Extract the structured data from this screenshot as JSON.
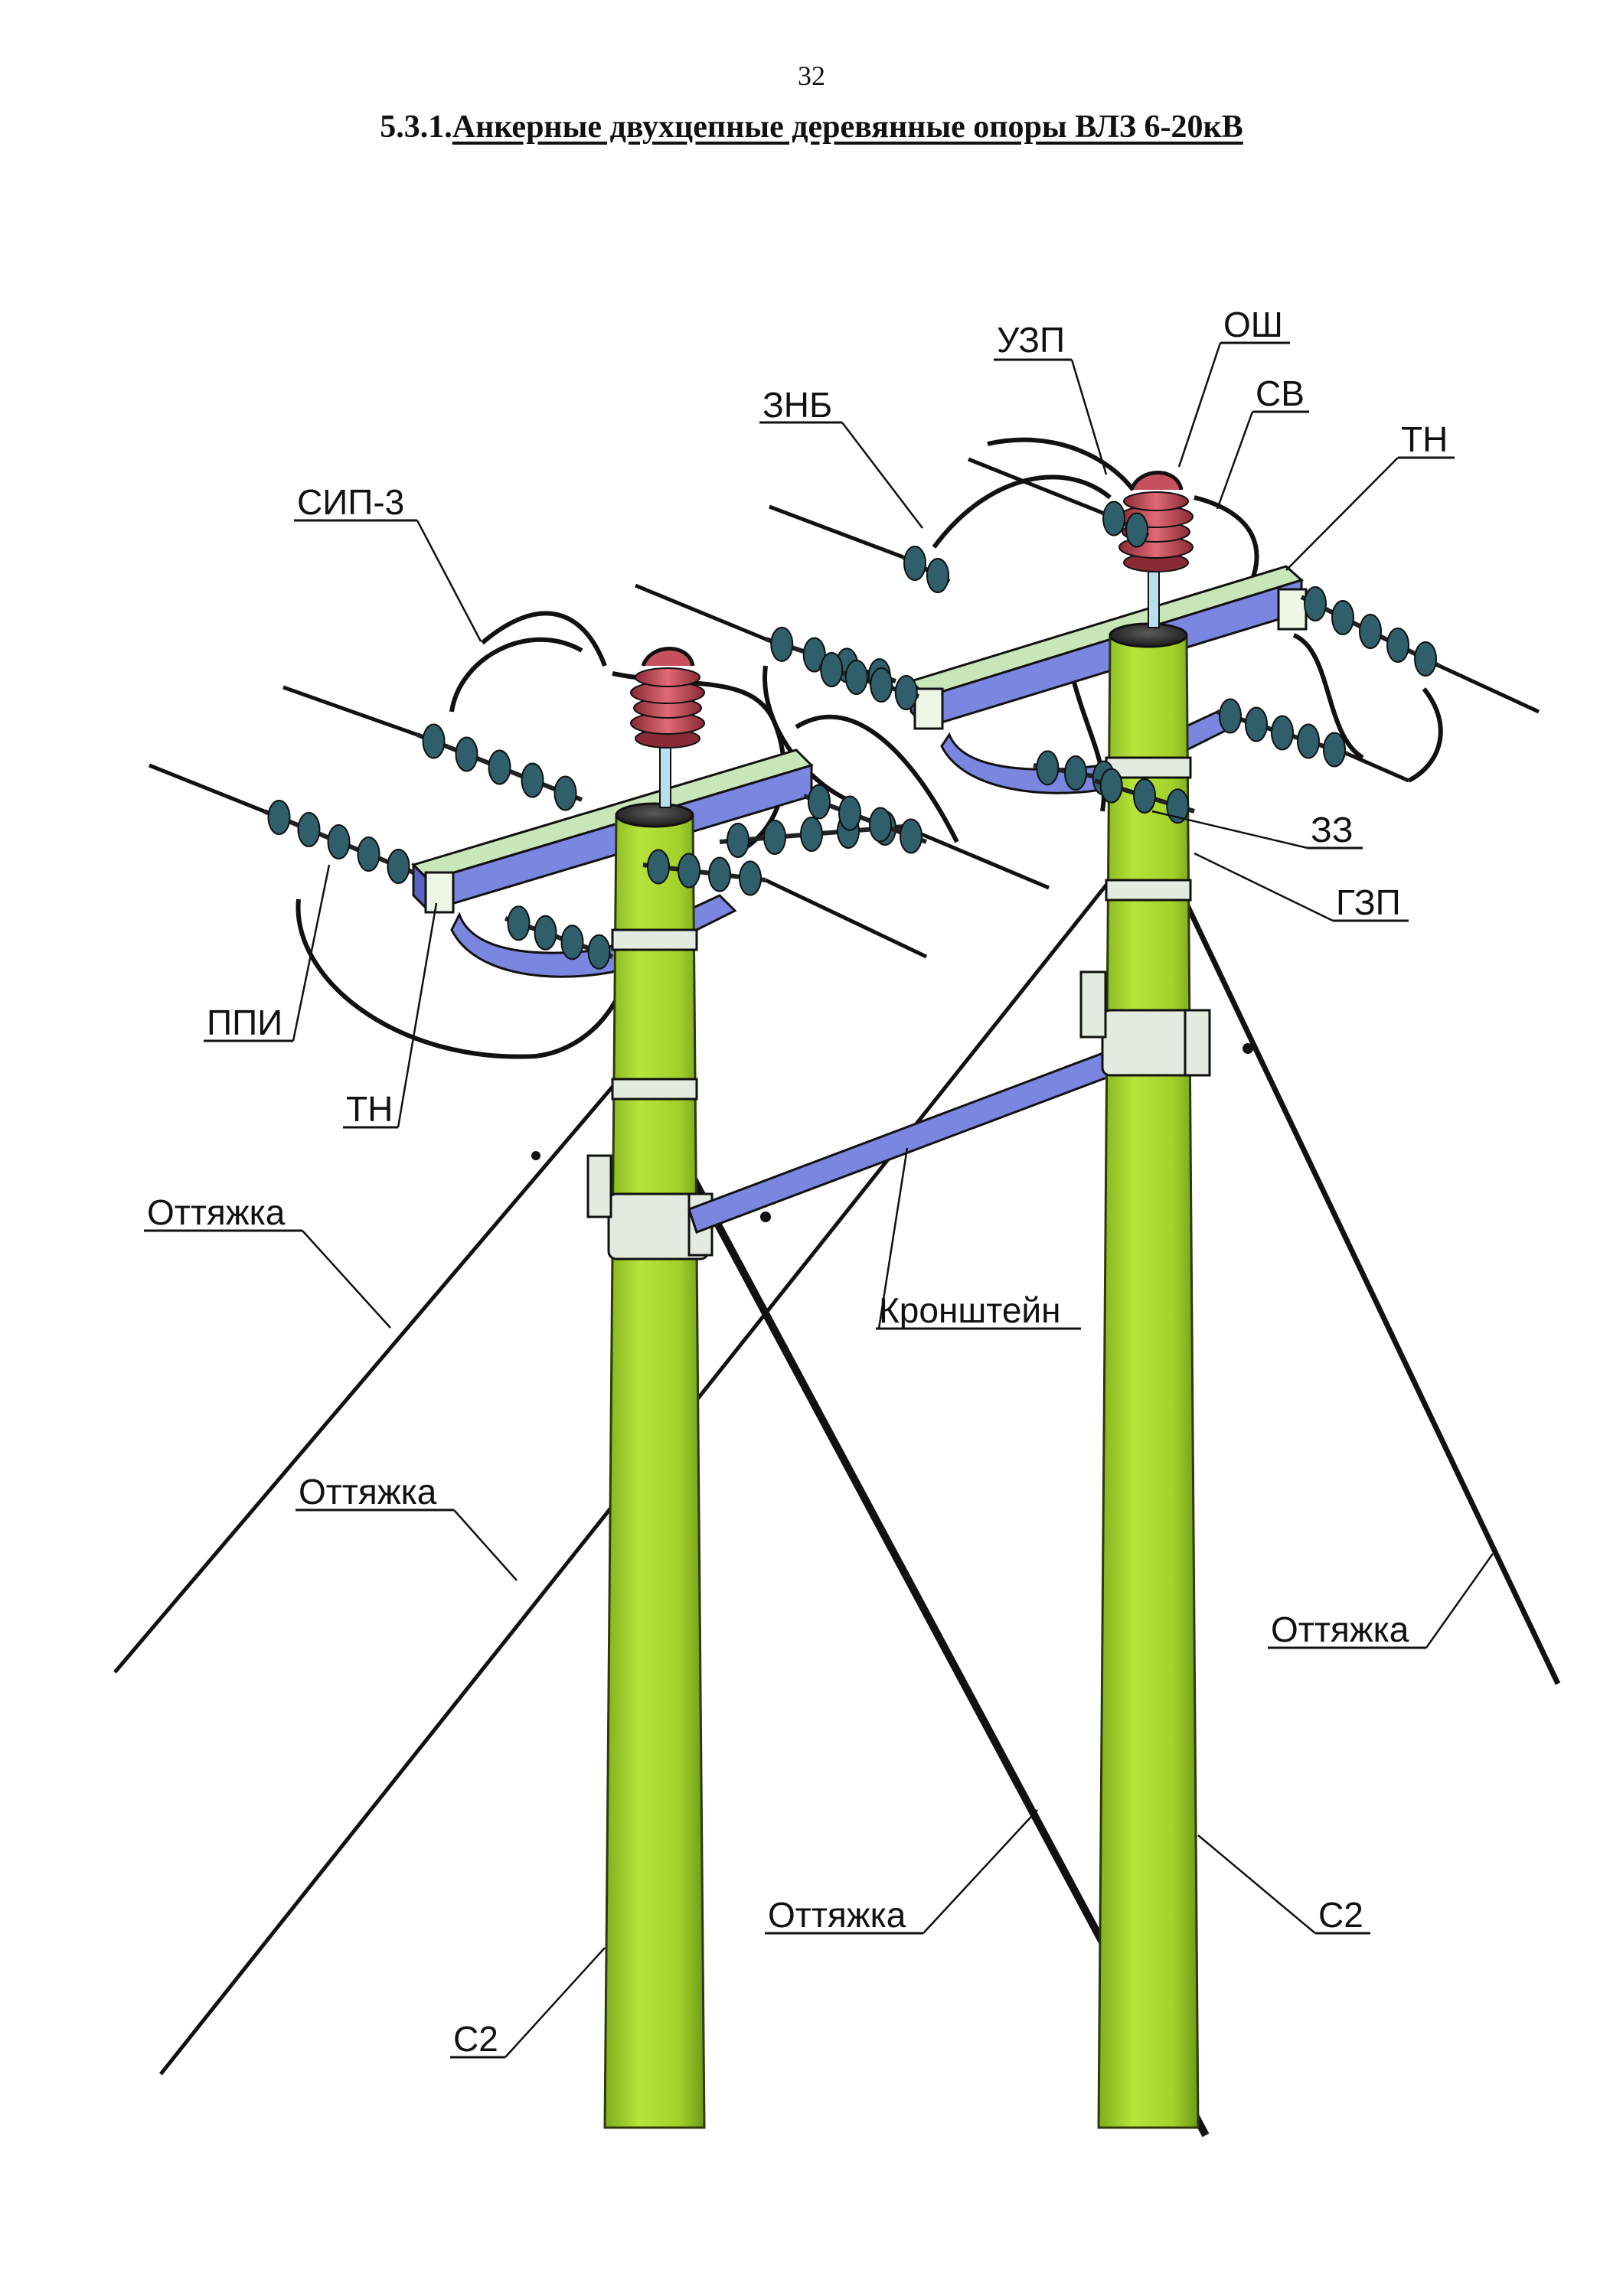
{
  "page_number": "32",
  "title": {
    "section": "5.3.1.",
    "text": "Анкерные двухцепные деревянные опоры ВЛЗ 6-20кВ"
  },
  "labels": {
    "uzp": "УЗП",
    "osh": "ОШ",
    "sv": "СВ",
    "znb": "ЗНБ",
    "tn_right": "ТН",
    "sip3": "СИП-3",
    "zz": "ЗЗ",
    "gzp": "ГЗП",
    "ppi": "ППИ",
    "tn_left": "ТН",
    "ottyazhka_1": "Оттяжка",
    "kronshtein": "Кронштейн",
    "ottyazhka_2": "Оттяжка",
    "ottyazhka_3": "Оттяжка",
    "ottyazhka_4": "Оттяжка",
    "c2_right": "С2",
    "c2_left": "С2"
  },
  "colors": {
    "pole": "#a6d82c",
    "pole_shade": "#7fae1c",
    "crossarm": "#c9e6b8",
    "crossarm_side": "#7b86e0",
    "insulator": "#2f5f6b",
    "arrester": "#c6505d",
    "wire": "#111111"
  }
}
